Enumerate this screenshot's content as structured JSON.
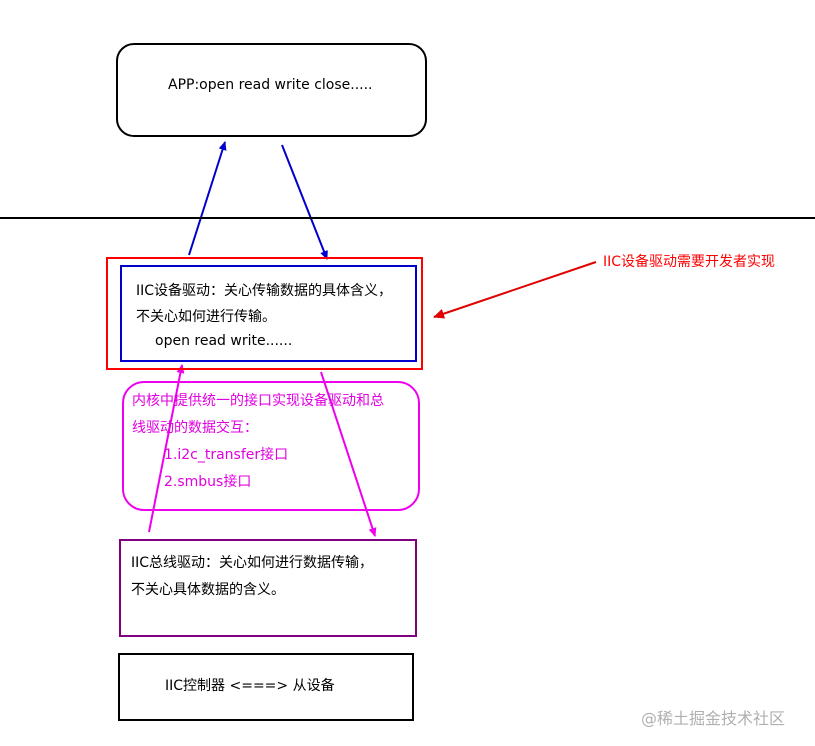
{
  "app_box": {
    "text": "APP:open read write close....."
  },
  "device_driver": {
    "line1": "IIC设备驱动：关心传输数据的具体含义，",
    "line2": "不关心如何进行传输。",
    "line3": "open read write......",
    "note": "IIC设备驱动需要开发者实现"
  },
  "kernel_interface": {
    "line1": "内核中提供统一的接口实现设备驱动和总",
    "line2": "线驱动的数据交互：",
    "item1": "1.i2c_transfer接口",
    "item2": "2.smbus接口"
  },
  "bus_driver": {
    "line1": "IIC总线驱动：关心如何进行数据传输，",
    "line2": "不关心具体数据的含义。"
  },
  "controller": {
    "text": "IIC控制器 <===> 从设备"
  },
  "watermark": "@稀土掘金技术社区",
  "colors": {
    "blue_arrow": "#0000cc",
    "red_arrow": "#e00000",
    "magenta_arrow": "#ee00ee",
    "outer_red": "#ff0000",
    "inner_blue": "#0000cc",
    "interface_magenta": "#ee00ee",
    "bus_purple": "#800080"
  }
}
